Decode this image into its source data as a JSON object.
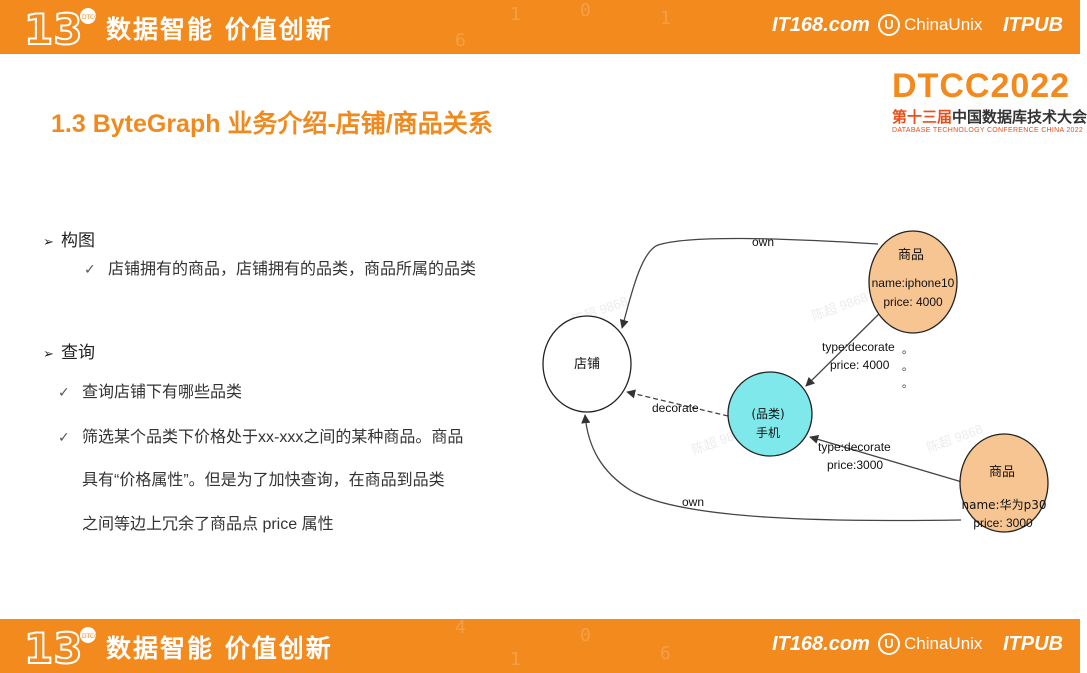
{
  "banner": {
    "slogan": "数据智能  价值创新",
    "edition_number": "13",
    "edition_sup": "DTCC",
    "sponsors": [
      "IT168.com",
      "ChinaUnix",
      "ITPUB"
    ],
    "sponsor_u": "U"
  },
  "conference": {
    "name": "DTCC",
    "year": "2022",
    "cn_prefix": "第十三届",
    "cn_name": "中国数据库技术大会",
    "en_name": "DATABASE  TECHNOLOGY  CONFERENCE  CHINA 2022"
  },
  "slide": {
    "title": "1.3 ByteGraph 业务介绍-店铺/商品关系",
    "sections": [
      {
        "heading": "构图",
        "bullets": [
          "店铺拥有的商品，店铺拥有的品类，商品所属的品类"
        ]
      },
      {
        "heading": "查询",
        "bullets": [
          "查询店铺下有哪些品类",
          "筛选某个品类下价格处于xx-xxx之间的某种商品。商品"
        ],
        "continuation": [
          "具有“价格属性”。但是为了加快查询，在商品到品类",
          "之间等边上冗余了商品点 price 属性"
        ]
      }
    ]
  },
  "graph": {
    "nodes": {
      "store": {
        "label": "店铺",
        "color": "#ffffff"
      },
      "category": {
        "label_top": "(品类)",
        "label_bottom": "手机",
        "color": "#7fe8ea"
      },
      "product1": {
        "title": "商品",
        "name": "name:iphone10",
        "price": "price: 4000",
        "color": "#f7c592"
      },
      "product2": {
        "title": "商品",
        "name": "name:华为p30",
        "price": "price: 3000",
        "color": "#f7c592"
      }
    },
    "edges": {
      "own_top": "own",
      "own_bottom": "own",
      "decorate": "decorate",
      "edge1_type": "type:decorate",
      "edge1_price": "price: 4000",
      "edge2_type": "type:decorate",
      "edge2_price": "price:3000"
    },
    "ellipsis": "。"
  },
  "watermark": "陈超 9868"
}
